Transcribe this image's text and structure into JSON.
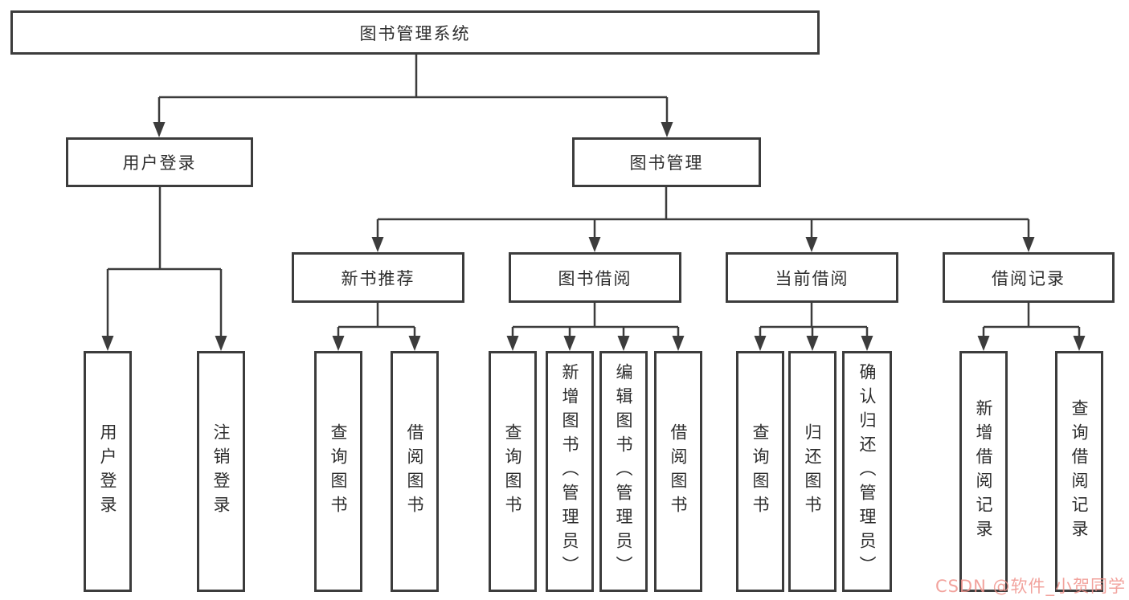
{
  "page": {
    "background": "#ffffff"
  },
  "colors": {
    "line": "#3c3c3c",
    "box_border": "#3c3c3c",
    "box_background": "#ffffff",
    "text": "#2d2d2d",
    "watermark": "#f0938c"
  },
  "watermark": {
    "text": "CSDN @软件_小贺同学"
  },
  "tree": {
    "root": {
      "label": "图书管理系统",
      "children": [
        {
          "label": "用户登录",
          "children": [
            {
              "label": "用户登录"
            },
            {
              "label": "注销登录"
            }
          ]
        },
        {
          "label": "图书管理",
          "children": [
            {
              "label": "新书推荐",
              "children": [
                {
                  "label": "查询图书"
                },
                {
                  "label": "借阅图书"
                }
              ]
            },
            {
              "label": "图书借阅",
              "children": [
                {
                  "label": "查询图书"
                },
                {
                  "label": "新增图书（管理员）"
                },
                {
                  "label": "编辑图书（管理员）"
                },
                {
                  "label": "借阅图书"
                }
              ]
            },
            {
              "label": "当前借阅",
              "children": [
                {
                  "label": "查询图书"
                },
                {
                  "label": "归还图书"
                },
                {
                  "label": "确认归还（管理员）"
                }
              ]
            },
            {
              "label": "借阅记录",
              "children": [
                {
                  "label": "新增借阅记录"
                },
                {
                  "label": "查询借阅记录"
                }
              ]
            }
          ]
        }
      ]
    }
  }
}
